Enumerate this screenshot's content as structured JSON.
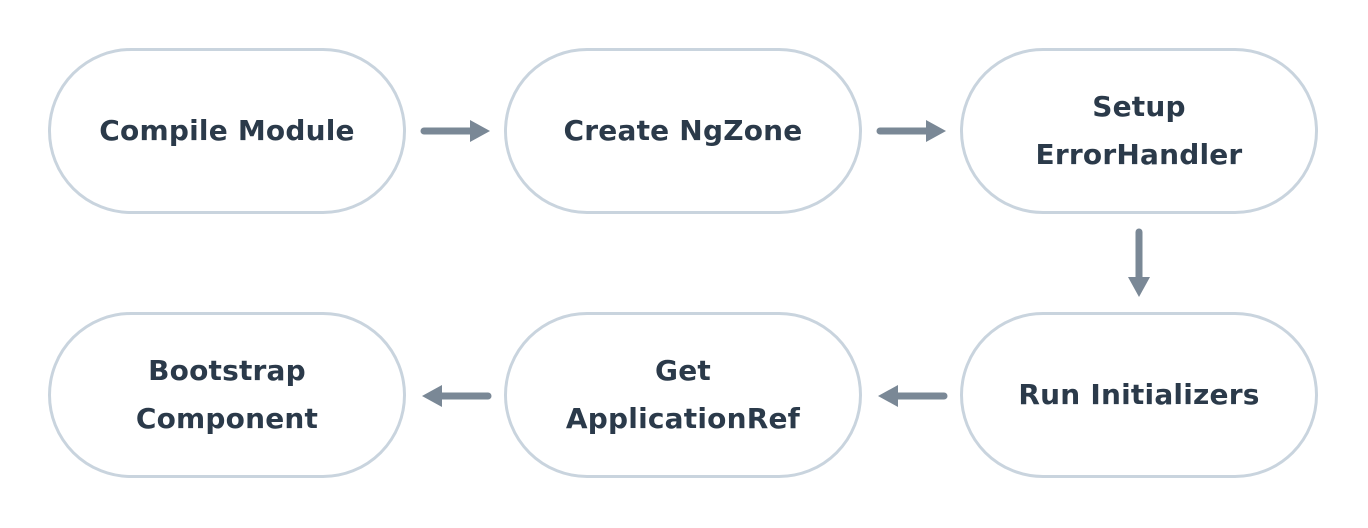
{
  "diagram": {
    "nodes": [
      {
        "id": "compile-module",
        "label": "Compile Module"
      },
      {
        "id": "create-ngzone",
        "label": "Create NgZone"
      },
      {
        "id": "setup-errorhandler",
        "label": "Setup ErrorHandler"
      },
      {
        "id": "run-initializers",
        "label": "Run Initializers"
      },
      {
        "id": "get-applicationref",
        "label": "Get ApplicationRef"
      },
      {
        "id": "bootstrap-component",
        "label": "Bootstrap Component"
      }
    ],
    "edges": [
      {
        "from": "compile-module",
        "to": "create-ngzone"
      },
      {
        "from": "create-ngzone",
        "to": "setup-errorhandler"
      },
      {
        "from": "setup-errorhandler",
        "to": "run-initializers"
      },
      {
        "from": "run-initializers",
        "to": "get-applicationref"
      },
      {
        "from": "get-applicationref",
        "to": "bootstrap-component"
      }
    ],
    "colors": {
      "node_border": "#c9d4de",
      "node_text": "#2b3a4a",
      "arrow": "#7a8896",
      "background": "#ffffff"
    }
  }
}
